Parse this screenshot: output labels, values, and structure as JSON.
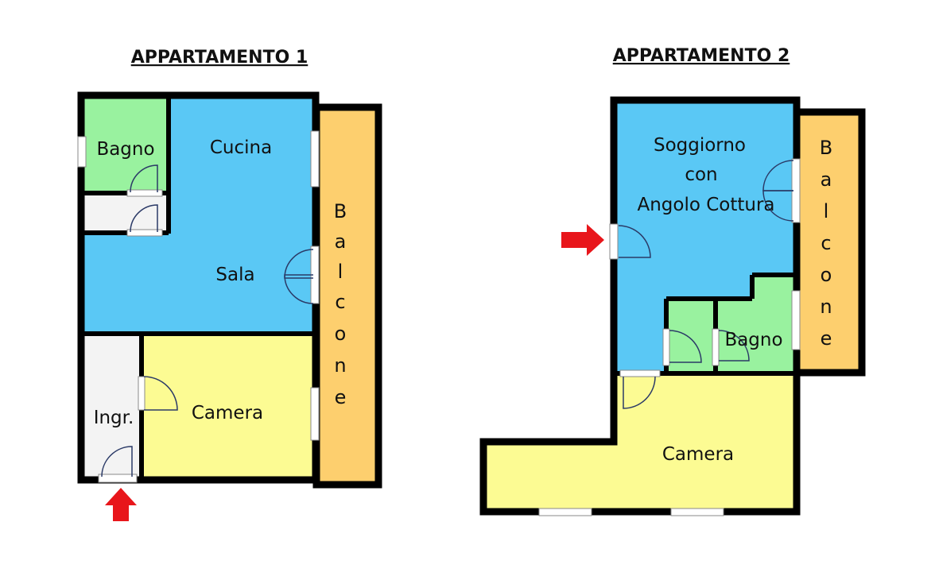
{
  "colors": {
    "wall": "#000000",
    "bagno": "#99f29f",
    "living": "#5ac8f5",
    "camera": "#fcfb93",
    "balcone": "#fdcf6e",
    "disimpegno": "#f3f3f3",
    "arrow": "#e8161b"
  },
  "plans": [
    {
      "title": "APPARTAMENTO 1",
      "rooms": {
        "bagno": "Bagno",
        "cucina": "Cucina",
        "sala": "Sala",
        "ingresso": "Ingr.",
        "camera": "Camera",
        "balcone": [
          "B",
          "a",
          "l",
          "c",
          "o",
          "n",
          "e"
        ]
      },
      "entrance_icon": "red-arrow-up-icon"
    },
    {
      "title": "APPARTAMENTO 2",
      "rooms": {
        "soggiorno": [
          "Soggiorno",
          "con",
          "Angolo Cottura"
        ],
        "bagno": "Bagno",
        "camera": "Camera",
        "balcone": [
          "B",
          "a",
          "l",
          "c",
          "o",
          "n",
          "e"
        ]
      },
      "entrance_icon": "red-arrow-right-icon"
    }
  ]
}
